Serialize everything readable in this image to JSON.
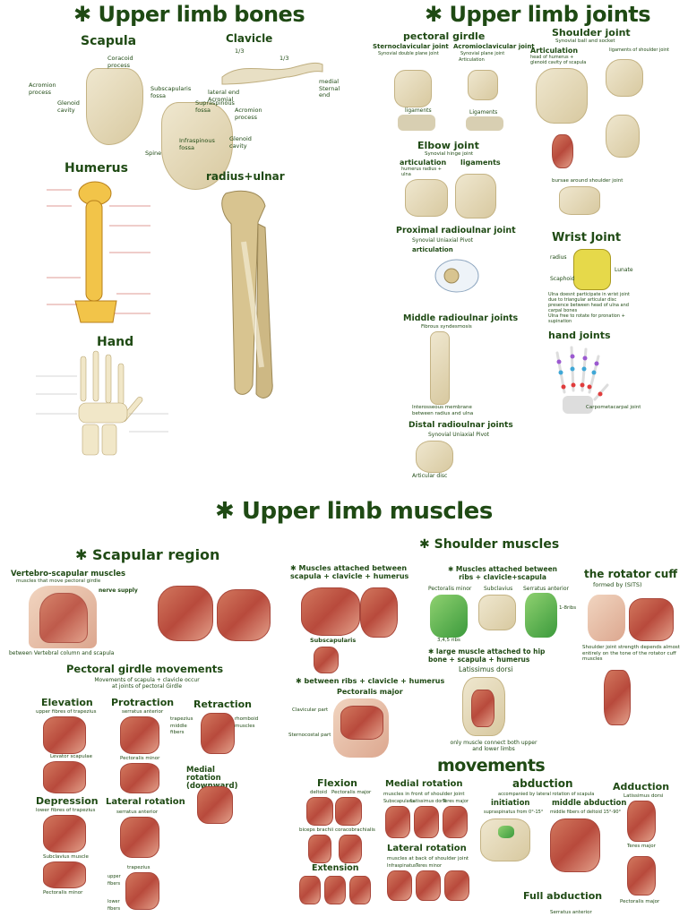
{
  "bones": {
    "title": "Upper limb bones",
    "scapula": {
      "title": "Scapula",
      "labels": [
        "Coracoid process",
        "Acromion process",
        "Glenoid cavity",
        "Subscapularis fossa"
      ]
    },
    "clavicle": {
      "title": "Clavicle",
      "labels": [
        "1/3",
        "1/3",
        "lateral end Acromial",
        "medial Sternal end"
      ]
    },
    "scapula2": {
      "labels": [
        "Supraspinous fossa",
        "Acromion process",
        "Infraspinous fossa",
        "Spine",
        "Glenoid cavity"
      ]
    },
    "humerus": {
      "title": "Humerus"
    },
    "radius_ulna": {
      "title": "radius+ulnar"
    },
    "hand": {
      "title": "Hand"
    }
  },
  "joints": {
    "title": "Upper limb joints",
    "pectoral_girdle": {
      "title": "pectoral girdle",
      "sternoclavicular": "Sternoclavicular joint",
      "sc_sub": "Synovial double plane joint",
      "acromioclavicular": "Acromioclavicular joint",
      "ac_sub": "Synovial plane joint",
      "articulation": "Articulation",
      "ligaments": "ligaments",
      "ligaments2": "Ligaments"
    },
    "shoulder": {
      "title": "Shoulder joint",
      "sub": "Synovial ball and socket",
      "articulation": "Articulation",
      "art_detail": "head of humerus + glenoid cavity of scapula",
      "ligaments": "ligaments of shoulder joint",
      "bursae": "bursae around shoulder joint"
    },
    "elbow": {
      "title": "Elbow joint",
      "sub": "Synovial hinge joint",
      "articulation": "articulation",
      "art_detail": "humerus radius + ulna",
      "ligaments": "ligaments"
    },
    "proximal_ru": {
      "title": "Proximal radioulnar joint",
      "sub": "Synovial Uniaxial Pivot",
      "articulation": "articulation"
    },
    "middle_ru": {
      "title": "Middle radioulnar joints",
      "sub": "Fibrous syndesmosis",
      "note": "Interosseous membrane between radius and ulna"
    },
    "distal_ru": {
      "title": "Distal radioulnar joints",
      "sub": "Synovial Uniaxial Pivot",
      "disc": "Articular disc"
    },
    "wrist": {
      "title": "Wrist Joint",
      "labels": [
        "radius",
        "Lunate",
        "Scaphoid"
      ],
      "note": "Ulna doesnt participate in wrist joint due to triangular articular disc presence between head of ulna and carpal bones",
      "note2": "Ulna free to rotate for pronation + supination"
    },
    "hand": {
      "title": "hand joints",
      "cmc": "Carpometacarpal joint"
    }
  },
  "muscles": {
    "title": "Upper limb muscles",
    "scapular_region": {
      "title": "Scapular region",
      "vertebro": "Vertebro-scapular muscles",
      "vertebro_sub": "muscles that move pectoral girdle",
      "nerve": "nerve supply",
      "between": "between Vertebral column and scapula",
      "girdle_movements": "Pectoral girdle movements",
      "girdle_sub": "Movements of scapula + clavicle occur at joints of pectoral Girdle",
      "elevation": "Elevation",
      "elevation_sub": "upper fibres of trapezius",
      "levator": "Levator scapulae",
      "protraction": "Protraction",
      "protraction_sub": "serratus anterior",
      "pect_minor": "Pectoralis minor",
      "retraction": "Retraction",
      "trap_middle": "trapezius middle fibers",
      "rhomboid": "rhomboid muscles",
      "medial_rotation": "Medial rotation (downward)",
      "depression": "Depression",
      "depression_sub": "lower fibres of trapezius",
      "subclavius": "Subclavius muscle",
      "pect_minor2": "Pectoralis minor",
      "lateral_rotation": "Lateral rotation",
      "lateral_sub": "serratus anterior",
      "trapezius": "trapezius",
      "upper_fibers": "upper fibers",
      "lower_fibers": "lower fibers"
    },
    "shoulder": {
      "title": "Shoulder muscles",
      "attached_scap": "Muscles attached between scapula + clavicle + humerus",
      "subscapularis": "Subscapularis",
      "between_ribs": "between ribs + clavicle + humerus",
      "pect_major": "Pectoralis major",
      "clav_part": "Clavicular part",
      "sternal_part": "Sternocostal part",
      "attached_ribs": "Muscles attached between ribs + clavicle+scapula",
      "pect_minor": "Pectoralis minor",
      "subclavius": "Subclavius",
      "serratus": "Serratus anterior",
      "ribs": "3,4,5 ribs",
      "ribs_1_8": "1-8ribs",
      "large": "large muscle attached to hip bone + scapula + humerus",
      "lat_dorsi": "Latissimus dorsi",
      "only": "only muscle connect both upper and lower limbs",
      "rotator": "the rotator cuff",
      "rotator_sub": "formed by (SITS)",
      "rotator_note": "Shoulder joint strength depends almost entirely on the tone of the rotator cuff muscles"
    },
    "movements": {
      "title": "movements",
      "flexion": "Flexion",
      "deltoid": "deltoid",
      "pect_major": "Pectoralis major",
      "biceps": "biceps brachii",
      "coraco": "coracobrachialis",
      "medial_rotation": "Medial rotation",
      "medial_sub": "muscles in front of shoulder joint",
      "subscap": "Subscapularis",
      "lat_dorsi": "Latissimus dorsi",
      "teres_major": "Teres major",
      "abduction": "abduction",
      "abduction_sub": "accompanied by lateral rotation of scapula",
      "initiation": "initiation",
      "supra": "supraspinatus from 0°-15°",
      "middle": "middle abduction",
      "middle_sub": "middle fibers of deltoid 15°-90°",
      "adduction": "Adduction",
      "lat_dorsi2": "Latissimus dorsi",
      "teres_major2": "Teres major",
      "extension": "Extension",
      "lateral_rotation": "Lateral rotation",
      "lateral_sub": "muscles at back of shoulder joint",
      "infraspinatus": "Infraspinatus",
      "teres_minor": "Teres minor",
      "full_abduction": "Full abduction",
      "pect_major2": "Pectoralis major",
      "serratus": "Serratus anterior"
    }
  }
}
